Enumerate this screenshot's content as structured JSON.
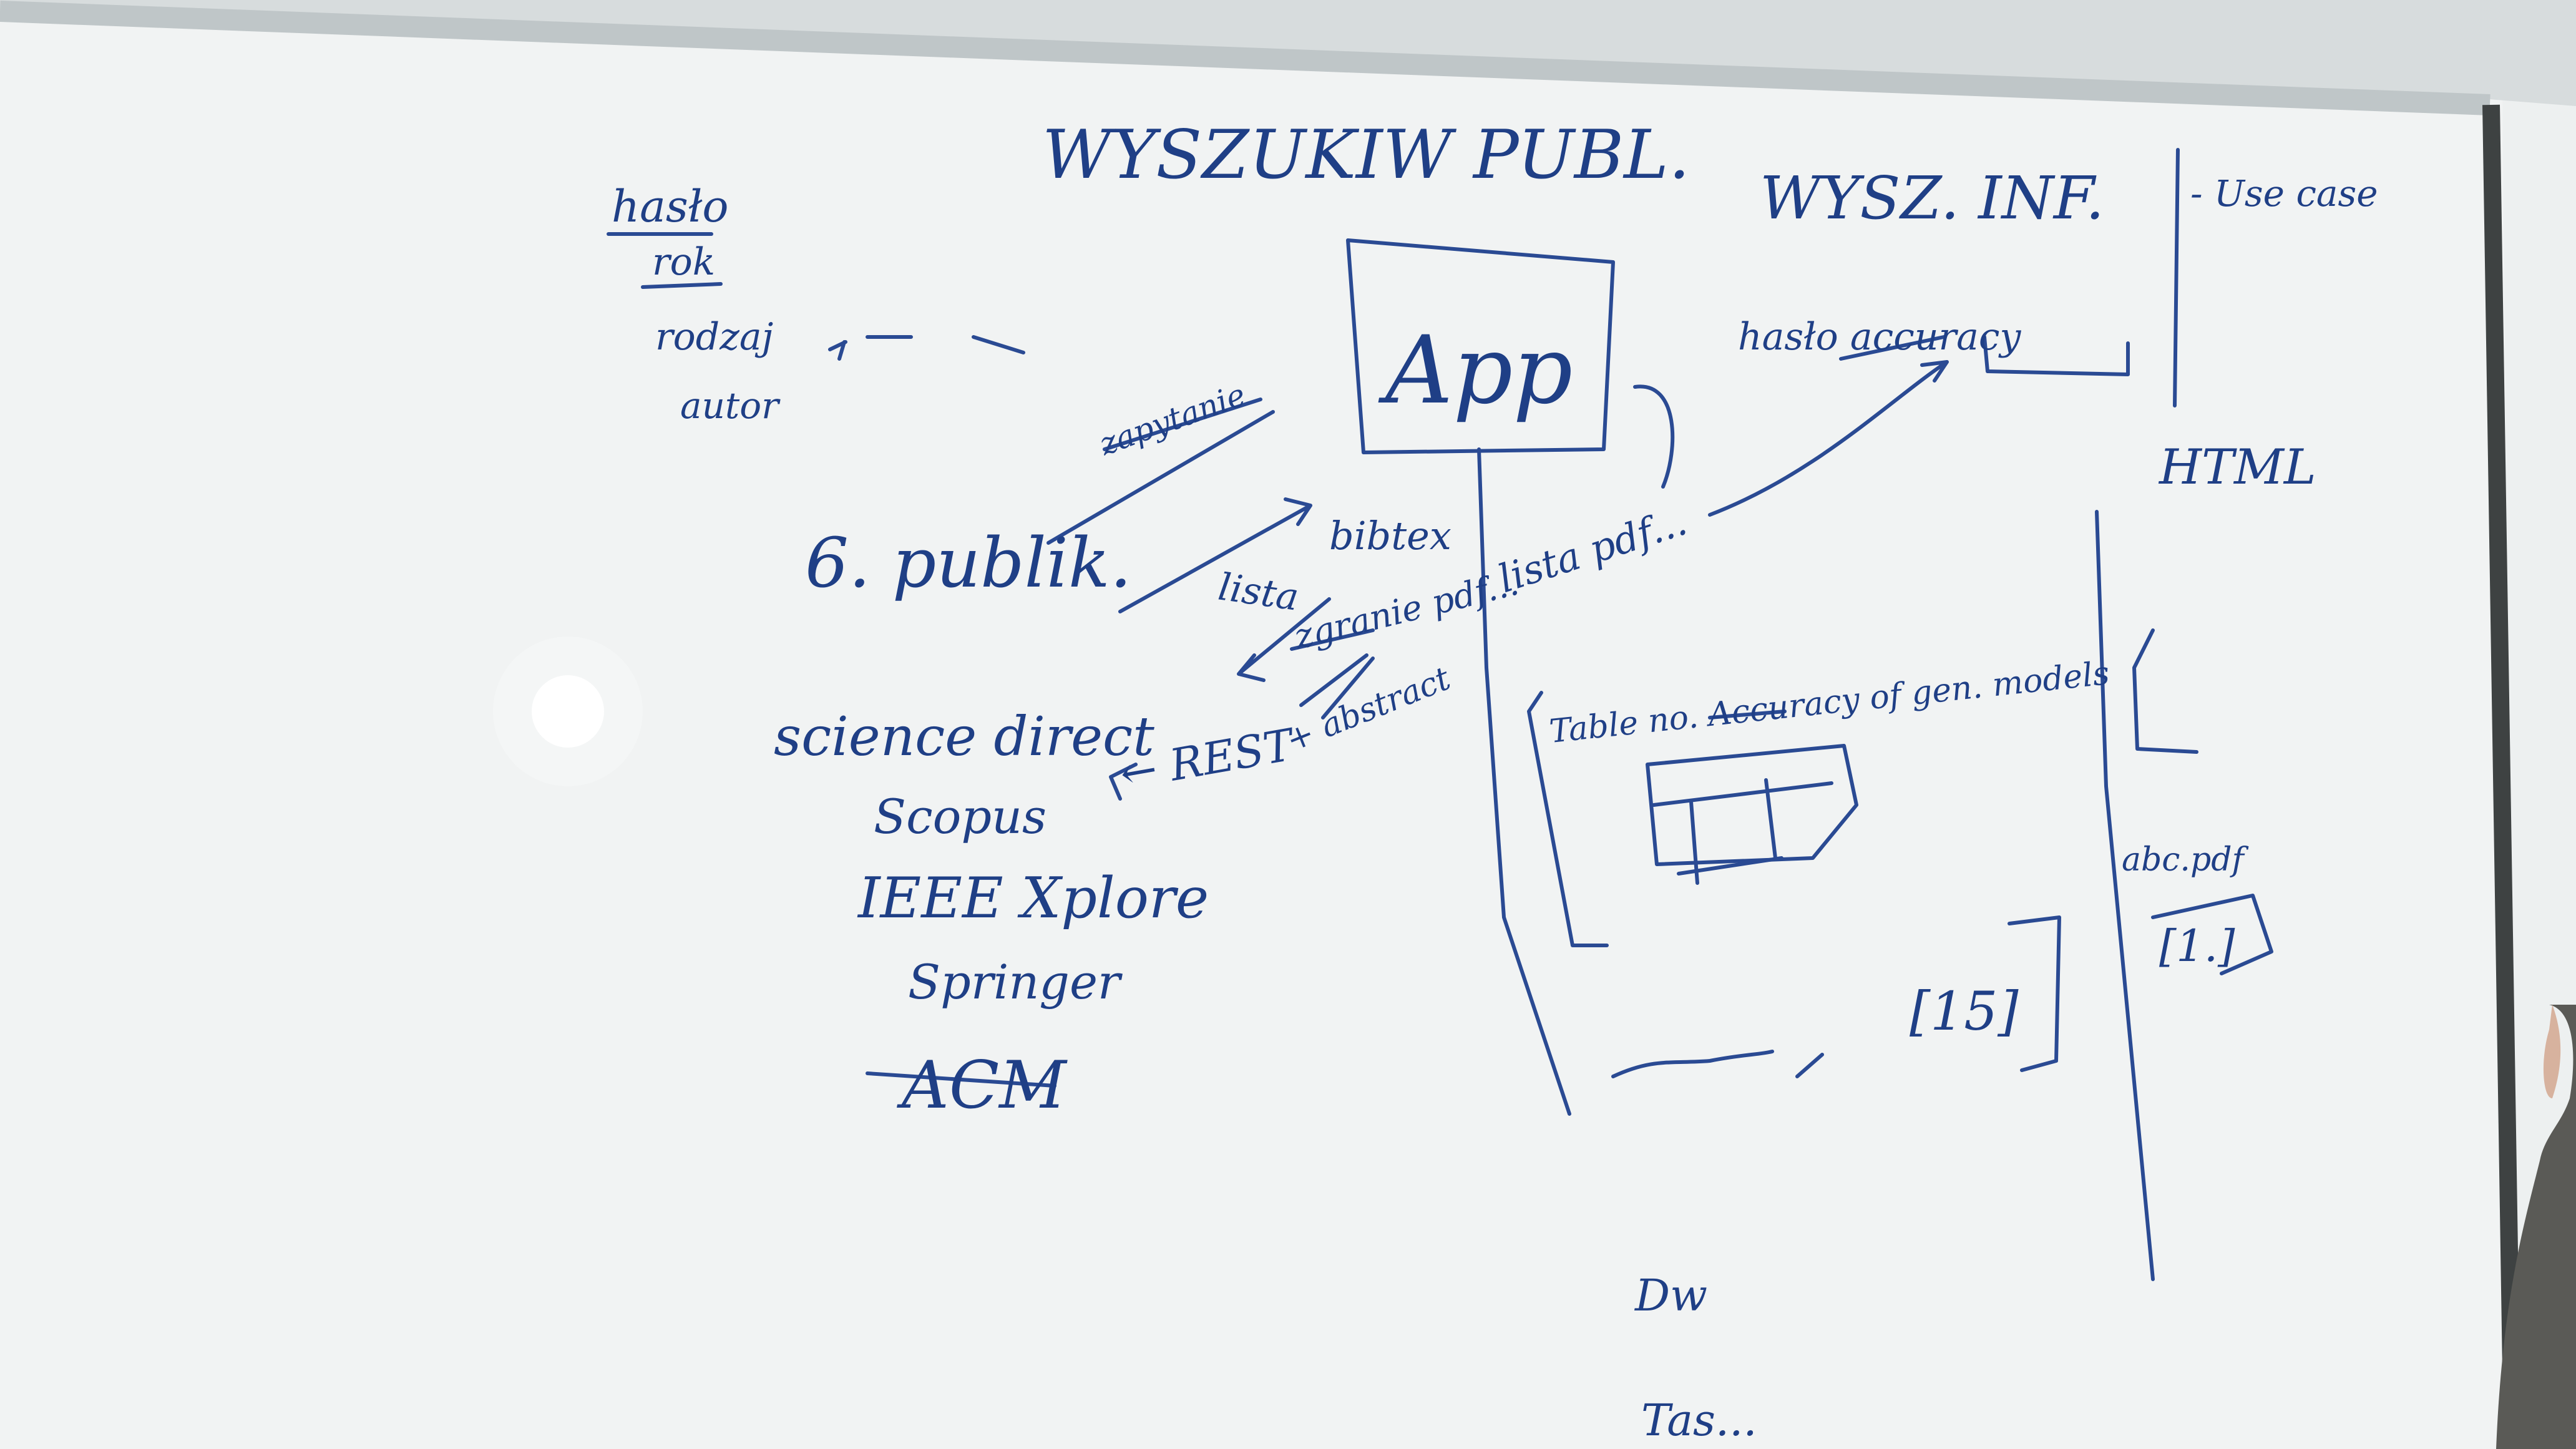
{
  "whiteboard": {
    "colors": {
      "ink": "#2a4a93",
      "board": "#f1f3f3",
      "frame": "#bfc6c8",
      "shadow": "#dfe4e5"
    },
    "headings": {
      "search_publications": "WYSZUKIW PUBL.",
      "extract_info": "WYSZ. INF.",
      "app": "App",
      "html": "HTML"
    },
    "left_list": {
      "items": [
        "hasło",
        "rok",
        "rodzaj",
        "autor"
      ]
    },
    "center_left": {
      "num_publications": "6. publik.",
      "query_label": "zapytanie",
      "list_label": "lista",
      "bibtex_label": "bibtex",
      "download_pdf_label": "zgranie pdf...",
      "rest_label": "← REST",
      "abstract_label": "+ abstract"
    },
    "databases": [
      "science direct",
      "Scopus",
      "IEEE Xplore",
      "Springer",
      "ACM"
    ],
    "right_middle": {
      "list_pdf_label": "lista pdf...",
      "keyword_accuracy_label": "hasło accuracy",
      "table_caption": "Table no. Accuracy of gen. models",
      "citation": "[15]"
    },
    "right_column": {
      "use_case_label": "- Use case",
      "file_label": "abc.pdf",
      "file_ref": "[1.]"
    },
    "bottom": {
      "item1": "Dw",
      "item2": "Tas..."
    }
  }
}
